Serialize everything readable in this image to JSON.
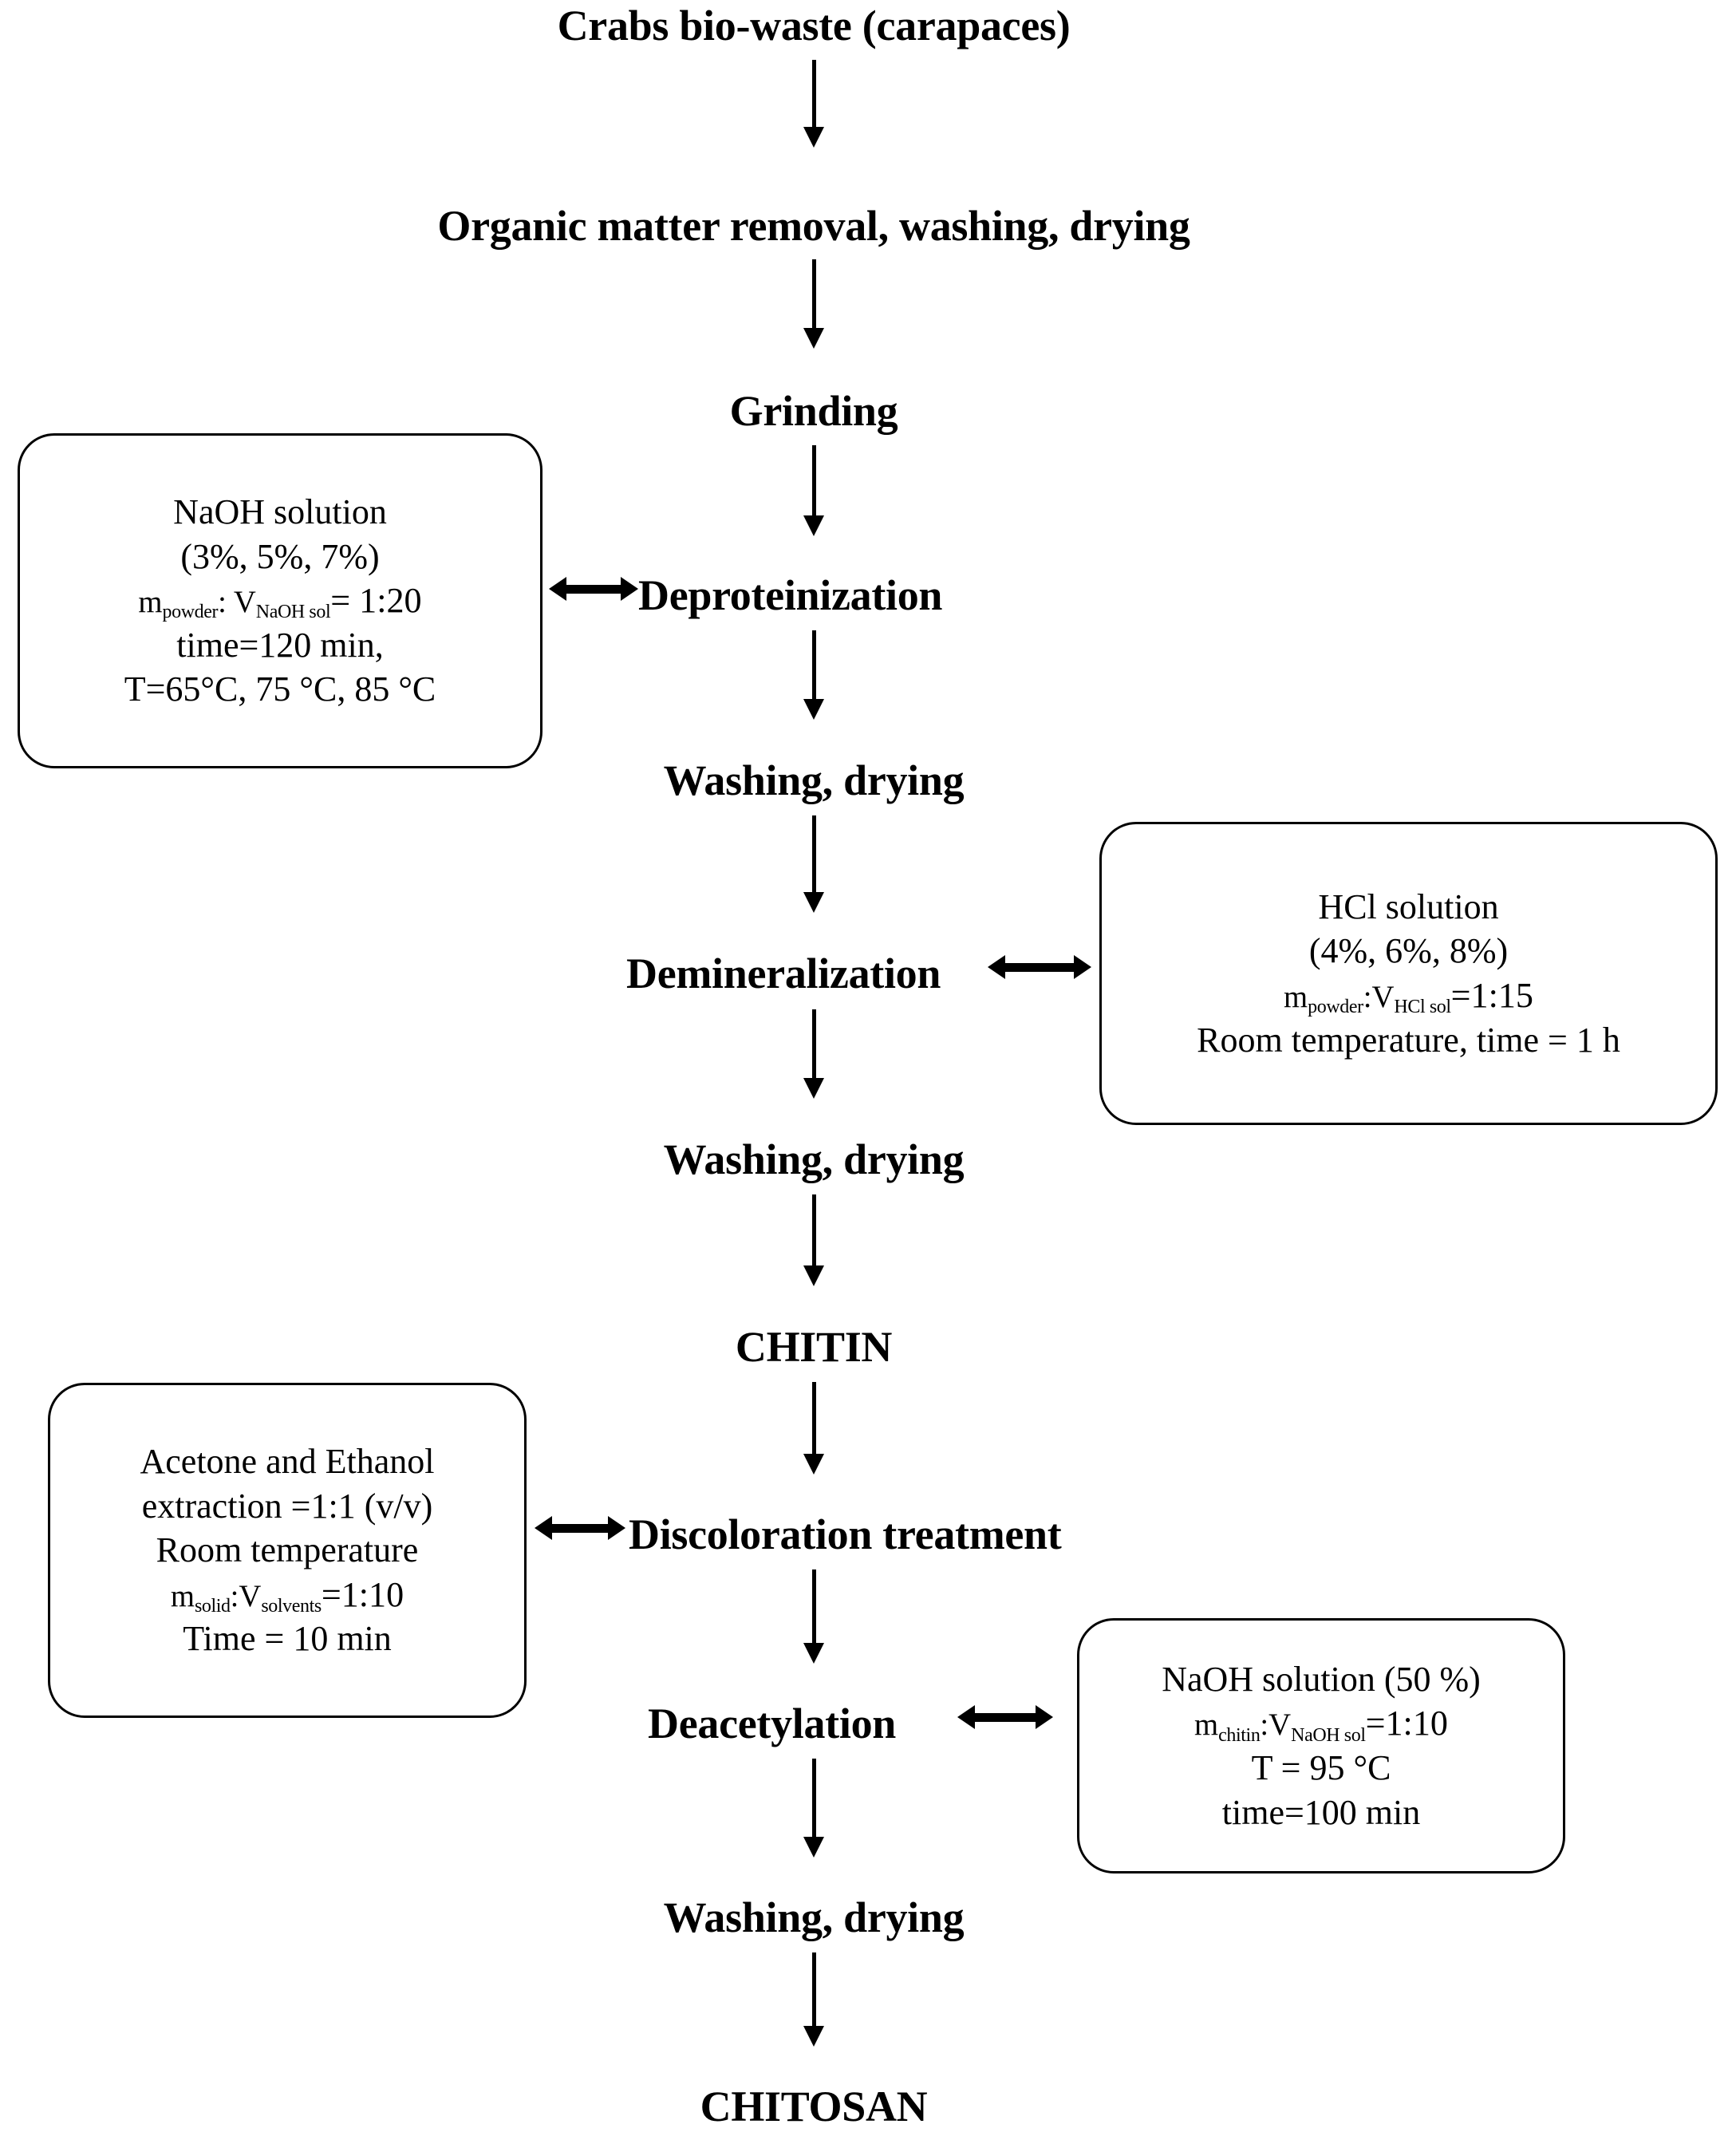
{
  "diagram": {
    "title": "Chitin and chitosan extraction process flowchart",
    "ink_color": "#000000",
    "background_color": "#ffffff"
  },
  "steps": [
    {
      "id": "start",
      "label": "Crabs bio-waste (carapaces)"
    },
    {
      "id": "organic",
      "label": "Organic matter removal, washing, drying"
    },
    {
      "id": "grinding",
      "label": "Grinding"
    },
    {
      "id": "deproteinization",
      "label": "Deproteinization"
    },
    {
      "id": "washing1",
      "label": "Washing, drying"
    },
    {
      "id": "demineralization",
      "label": "Demineralization"
    },
    {
      "id": "washing2",
      "label": "Washing, drying"
    },
    {
      "id": "chitin",
      "label": "CHITIN"
    },
    {
      "id": "discoloration",
      "label": "Discoloration treatment"
    },
    {
      "id": "deacetylation",
      "label": "Deacetylation"
    },
    {
      "id": "washing3",
      "label": "Washing, drying"
    },
    {
      "id": "chitosan",
      "label": "CHITOSAN"
    }
  ],
  "parameter_boxes": [
    {
      "id": "naoh-deproteinization",
      "linked_step": "Deproteinization",
      "side": "left",
      "lines": [
        {
          "type": "plain",
          "text": "NaOH solution"
        },
        {
          "type": "plain",
          "text": "(3%, 5%, 7%)"
        },
        {
          "type": "ratio",
          "prefix": "m",
          "sub1": "powder",
          "mid": ": V",
          "sub2": "NaOH sol",
          "suffix": "= 1:20"
        },
        {
          "type": "plain",
          "text": "time=120 min,"
        },
        {
          "type": "plain",
          "text": "T=65°C, 75 °C, 85 °C"
        }
      ]
    },
    {
      "id": "hcl-demineralization",
      "linked_step": "Demineralization",
      "side": "right",
      "lines": [
        {
          "type": "plain",
          "text": "HCl solution"
        },
        {
          "type": "plain",
          "text": "(4%, 6%, 8%)"
        },
        {
          "type": "ratio",
          "prefix": "m",
          "sub1": "powder",
          "mid": ":V",
          "sub2": "HCl sol",
          "suffix": "=1:15"
        },
        {
          "type": "plain",
          "text": "Room temperature, time = 1 h"
        }
      ]
    },
    {
      "id": "solvent-discoloration",
      "linked_step": "Discoloration treatment",
      "side": "left",
      "lines": [
        {
          "type": "plain",
          "text": "Acetone and Ethanol"
        },
        {
          "type": "plain",
          "text": "extraction =1:1 (v/v)"
        },
        {
          "type": "plain",
          "text": "Room temperature"
        },
        {
          "type": "ratio",
          "prefix": "m",
          "sub1": "solid",
          "mid": ":V",
          "sub2": "solvents",
          "suffix": "=1:10"
        },
        {
          "type": "plain",
          "text": "Time = 10 min"
        }
      ]
    },
    {
      "id": "naoh-deacetylation",
      "linked_step": "Deacetylation",
      "side": "right",
      "lines": [
        {
          "type": "plain",
          "text": "NaOH solution (50 %)"
        },
        {
          "type": "ratio",
          "prefix": "m",
          "sub1": "chitin",
          "mid": ":V",
          "sub2": "NaOH sol",
          "suffix": "=1:10"
        },
        {
          "type": "plain",
          "text": "T = 95 °C"
        },
        {
          "type": "plain",
          "text": "time=100 min"
        }
      ]
    }
  ],
  "connectors": {
    "vertical_arrow_name": "down-arrow",
    "horizontal_arrow_name": "double-headed-arrow",
    "count_vertical": 11,
    "count_horizontal": 4
  }
}
